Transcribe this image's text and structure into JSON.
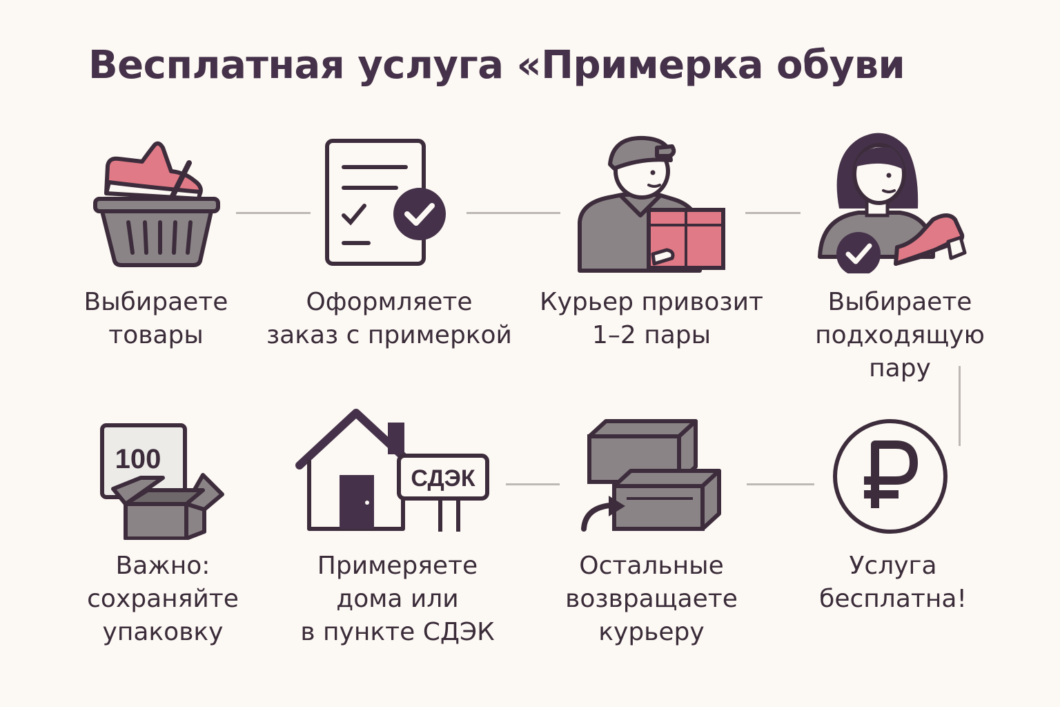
{
  "title": "Весплатная услуга «Примерка обуви",
  "colors": {
    "background": "#fcf8f3",
    "dark": "#45324a",
    "outline": "#3d2d3c",
    "pink": "#e07a86",
    "gray": "#8b8487",
    "connector": "#bdb8b4"
  },
  "steps": [
    {
      "id": "choose-goods",
      "icon": "shoe-basket-icon",
      "lines": [
        "Выбираете",
        "товары"
      ]
    },
    {
      "id": "place-order",
      "icon": "order-checklist-icon",
      "lines": [
        "Оформляете",
        "заказ с примеркой"
      ]
    },
    {
      "id": "courier-delivers",
      "icon": "courier-box-icon",
      "lines": [
        "Курьер привозит",
        "1–2 пары"
      ]
    },
    {
      "id": "choose-pair",
      "icon": "woman-shoe-icon",
      "lines": [
        "Выбираете",
        "подходящую",
        "пару"
      ]
    },
    {
      "id": "service-free",
      "icon": "ruble-icon",
      "lines": [
        "Услуга",
        "бесплатна!"
      ]
    },
    {
      "id": "return-rest",
      "icon": "return-boxes-icon",
      "lines": [
        "Остальные",
        "возвращаете",
        "курьеру"
      ]
    },
    {
      "id": "try-on",
      "icon": "house-cdek-icon",
      "sign_text": "СДЭК",
      "lines": [
        "Примеряете",
        "дома или",
        "в пункте СДЭК"
      ]
    },
    {
      "id": "keep-packaging",
      "icon": "price-box-icon",
      "tag_text": "100",
      "lines": [
        "Важно:",
        "сохраняйте",
        "упаковку"
      ]
    }
  ]
}
